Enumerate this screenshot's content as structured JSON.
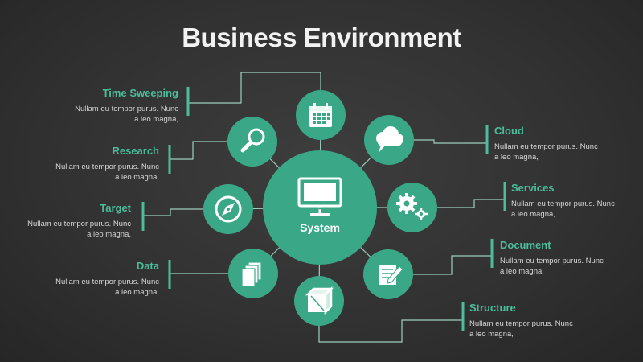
{
  "slide": {
    "title": "Business Environment",
    "center": {
      "label": "System",
      "icon": "monitor-icon"
    },
    "colors": {
      "accent": "#4bbd9a",
      "node": "#3aa887",
      "background": "#333333",
      "line": "#9ccfbf"
    },
    "items": [
      {
        "key": "time-sweeping",
        "title": "Time Sweeping",
        "line1": "Nullam eu tempor purus. Nunc",
        "line2": "a leo magna,",
        "icon": "calendar-icon",
        "side": "left"
      },
      {
        "key": "research",
        "title": "Research",
        "line1": "Nullam eu tempor purus. Nunc",
        "line2": "a leo magna,",
        "icon": "magnifier-icon",
        "side": "left"
      },
      {
        "key": "target",
        "title": "Target",
        "line1": "Nullam eu tempor purus. Nunc",
        "line2": "a leo magna,",
        "icon": "compass-icon",
        "side": "left"
      },
      {
        "key": "data",
        "title": "Data",
        "line1": "Nullam eu tempor purus. Nunc",
        "line2": "a leo magna,",
        "icon": "files-icon",
        "side": "left"
      },
      {
        "key": "cloud",
        "title": "Cloud",
        "line1": "Nullam eu tempor purus. Nunc",
        "line2": "a leo magna,",
        "icon": "cloud-icon",
        "side": "right"
      },
      {
        "key": "services",
        "title": "Services",
        "line1": "Nullam eu tempor purus. Nunc",
        "line2": "a leo magna,",
        "icon": "gears-icon",
        "side": "right"
      },
      {
        "key": "document",
        "title": "Document",
        "line1": "Nullam eu tempor purus. Nunc",
        "line2": "a leo magna,",
        "icon": "document-icon",
        "side": "right"
      },
      {
        "key": "structure",
        "title": "Structure",
        "line1": "Nullam eu tempor purus. Nunc",
        "line2": "a leo magna,",
        "icon": "box-icon",
        "side": "right"
      }
    ]
  }
}
